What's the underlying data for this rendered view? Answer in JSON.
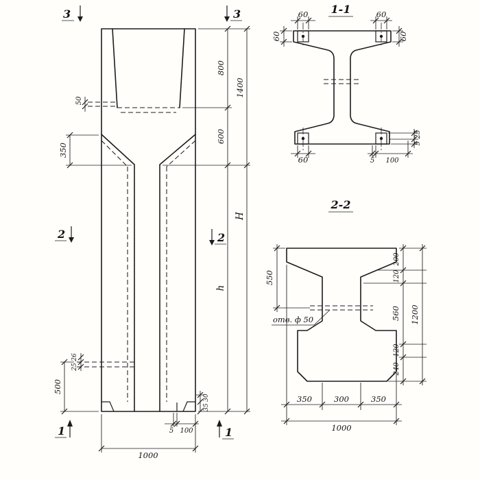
{
  "colors": {
    "ink": "#1c1c1c",
    "paper": "#fffefb"
  },
  "elevation": {
    "marks": {
      "s3_left": "3",
      "s3_right": "3",
      "s2_left": "2",
      "s2_right": "2",
      "s1_left": "1",
      "s1_right": "1"
    },
    "dims": {
      "plate_top": "50",
      "taper_height": "350",
      "plate_upper": "26",
      "plate_lower": "25",
      "bottom_height": "500",
      "recess_depth": "800",
      "head_height": "1400",
      "neck_height": "600",
      "total_height": "H",
      "shaft_height": "h",
      "width": "1000",
      "foot_offset": "5",
      "foot_width": "100",
      "foot_step_upper": "30",
      "foot_step_lower": "35"
    }
  },
  "section1": {
    "title": "1-1",
    "dims": {
      "corner_tl_w": "60",
      "corner_tl_h": "60",
      "corner_tr_w": "60",
      "corner_tr_h": "60",
      "corner_bl_w": "60",
      "plate_offset": "5",
      "plate_width": "100",
      "plate_edge": "25",
      "plate_thickness": "5"
    }
  },
  "section2": {
    "title": "2-2",
    "hole_label": "отв. ф 50",
    "dims": {
      "flange_to_hole": "550",
      "top_flange": "200",
      "taper_top": "120",
      "web": "560",
      "taper_bottom": "120",
      "bottom_block": "240",
      "overall_height": "1200",
      "bottom_left": "350",
      "bottom_mid": "300",
      "bottom_right": "350",
      "overall_width": "1000"
    }
  }
}
